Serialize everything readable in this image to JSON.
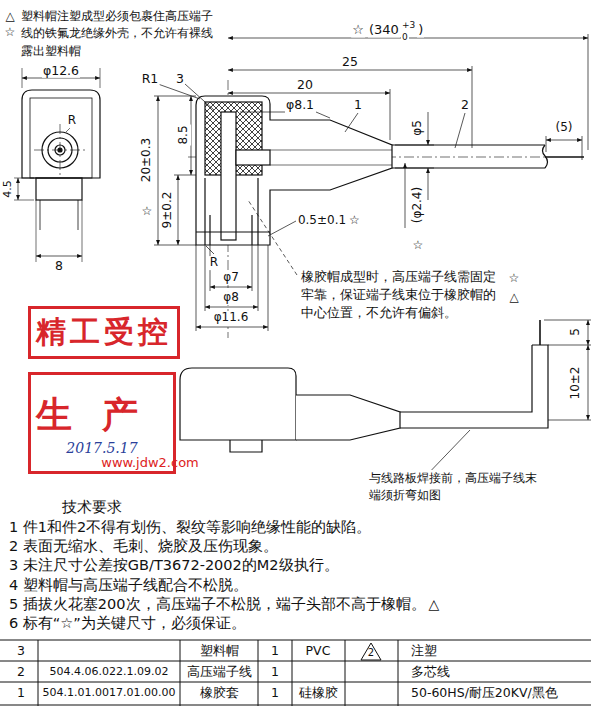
{
  "diagram": {
    "nodes": [
      {
        "text": [
          "精工受控"
        ]
      },
      {
        "text": [
          "生产",
          "2017.5.17"
        ]
      }
    ],
    "labels": [
      "△",
      "☆",
      "塑料帽注塑成型必须包裹住高压端子线的铁氟龙绝缘外壳，不允许有裸线露出塑料帽",
      "☆",
      "(340",
      "+3",
      "0",
      ")",
      "φ12.6",
      "R1",
      "3",
      "R",
      "4.5",
      "8",
      "25",
      "20",
      "φ8.1",
      "1",
      "2",
      "8.5",
      "20±0.3",
      "☆",
      "9±0.2",
      "φ5",
      "(5)",
      "0.5±0.1",
      "☆",
      "R",
      "(φ2.4)",
      "☆",
      "φ7",
      "φ8",
      "φ11.6",
      "橡胶帽成型时，高压端子线需固定牢靠，保证端子线束位于橡胶帽的中心位置，不允许有偏斜。",
      "☆",
      "△",
      "5",
      "10±2",
      "与线路板焊接前，高压端子线末端须折弯如图",
      "www.jdw2.com",
      "技术要求",
      "1 件1和件2不得有划伤、裂纹等影响绝缘性能的缺陷。",
      "2 表面无缩水、毛刺、烧胶及压伤现象。",
      "3 未注尺寸公差按GB/T3672-2002的M2级执行。",
      "4 塑料帽与高压端子线配合不松脱。",
      "5 插拔火花塞200次，高压端子不松脱，端子头部不高于橡帽。",
      "6 标有“☆”为关键尺寸，必须保证。",
      "△",
      "3",
      "塑料帽",
      "1",
      "PVC",
      "2",
      "注塑",
      "2",
      "504.4.06.022.1.09.02",
      "高压端子线",
      "1",
      "多芯线",
      "1",
      "504.1.01.0017.01.00.00",
      "橡胶套",
      "1",
      "硅橡胶",
      "50-60HS/耐压20KV/黑色"
    ]
  }
}
